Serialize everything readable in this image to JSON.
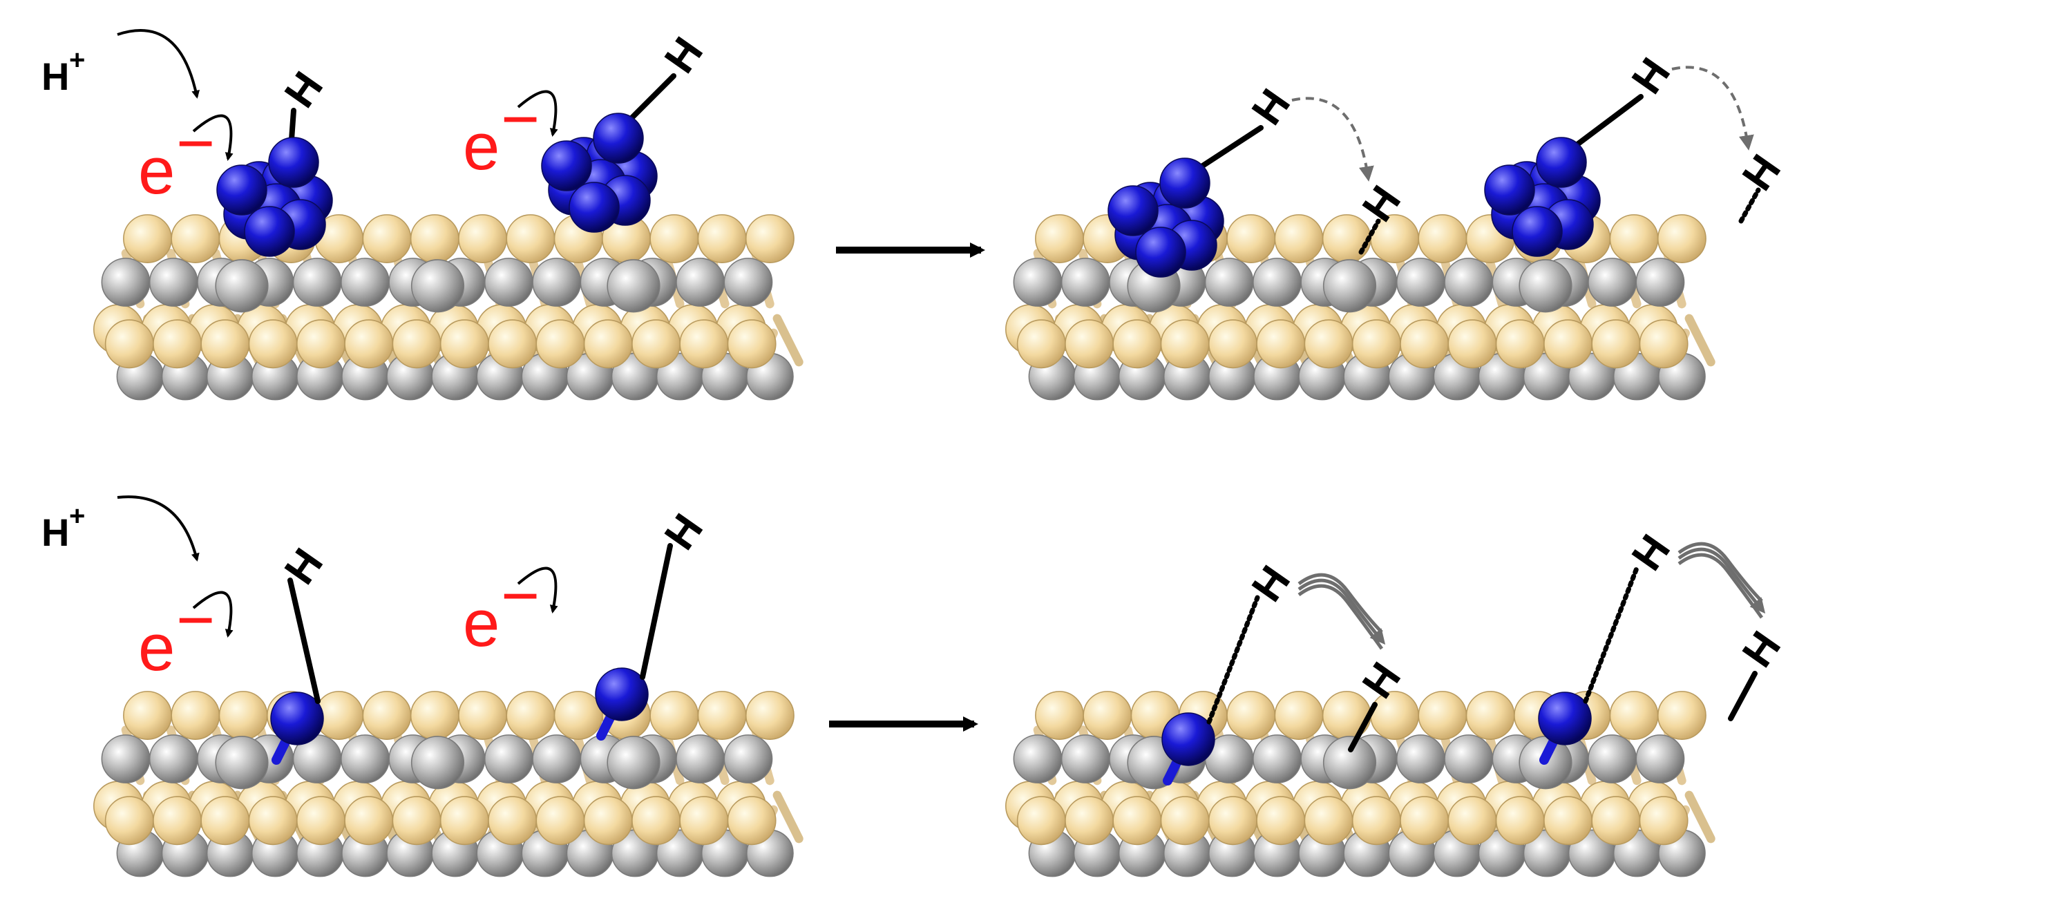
{
  "colors": {
    "sulfur": "#f3d9a0",
    "metal": "#a9a9a9",
    "dopant": "#1a1ad6",
    "electron_text": "#ff1a1a",
    "arrow": "#000000",
    "hydrogen_transfer_arrow": "#6e6e6e",
    "background": "#ffffff"
  },
  "labels": {
    "proton": "H",
    "proton_charge": "+",
    "electron": "e",
    "electron_charge": "−",
    "hydrogen": "H"
  },
  "panels": [
    {
      "id": "cluster-initial",
      "row": "top",
      "stage": "before",
      "adsorbate": "cluster",
      "show_proton": true,
      "show_electron": true,
      "hydrogen_bond": "solid",
      "transfer": "none"
    },
    {
      "id": "cluster-final",
      "row": "top",
      "stage": "after",
      "adsorbate": "cluster",
      "show_proton": false,
      "show_electron": false,
      "hydrogen_bond": "solid",
      "transfer": "dashed-arrow"
    },
    {
      "id": "single-initial",
      "row": "bottom",
      "stage": "before",
      "adsorbate": "single",
      "show_proton": true,
      "show_electron": true,
      "hydrogen_bond": "solid",
      "transfer": "none"
    },
    {
      "id": "single-final",
      "row": "bottom",
      "stage": "after",
      "adsorbate": "single",
      "show_proton": false,
      "show_electron": false,
      "hydrogen_bond": "dotted",
      "transfer": "wavy-arrows"
    }
  ],
  "reaction_arrows": [
    {
      "row": "top",
      "icon": "right-arrow-icon"
    },
    {
      "row": "bottom",
      "icon": "right-arrow-icon"
    }
  ]
}
